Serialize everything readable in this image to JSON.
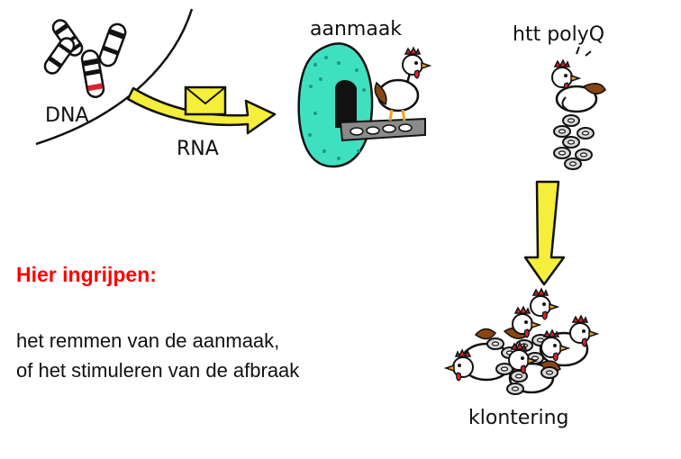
{
  "labels": {
    "dna": "DNA",
    "rna": "RNA",
    "aanmaak": "aanmaak",
    "htt_polyq": "htt polyQ",
    "klontering": "klontering",
    "exclaim": "!"
  },
  "intervention": {
    "heading": "Hier ingrijpen:",
    "line1": "het remmen van de aanmaak,",
    "line2": "of het stimuleren van de afbraak"
  },
  "colors": {
    "heading": "#ff0000",
    "arrow_fill": "#f5ee3a",
    "envelope": "#f5ee3a",
    "ribosome": "#3ee0c0",
    "chromosome_red": "#e0202a",
    "comb": "#e0202a",
    "brown": "#8b4513",
    "beak": "#f4a020",
    "conveyor": "#8a8a8a",
    "outline": "#111111"
  },
  "icons": [
    "chromosome-icon",
    "envelope-icon",
    "ribosome-icon",
    "chicken-icon",
    "conveyor-icon",
    "chain-icon",
    "chicken-cluster-icon"
  ]
}
